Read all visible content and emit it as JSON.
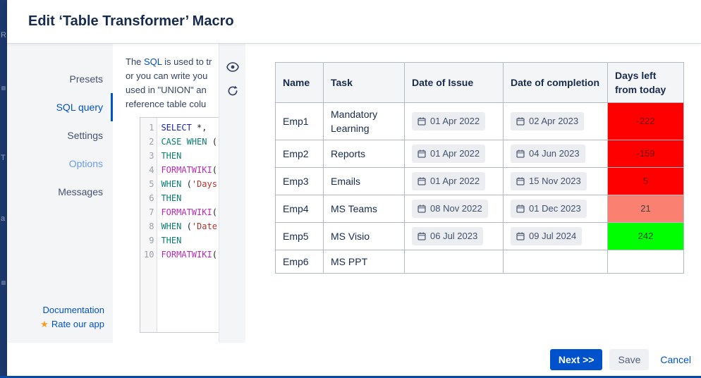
{
  "dialog": {
    "title": "Edit ‘Table Transformer’ Macro"
  },
  "backdrop": {
    "fragments": [
      "R",
      "T",
      "a"
    ]
  },
  "icons": {
    "star": "★"
  },
  "sidebar": {
    "items": [
      {
        "id": "presets",
        "label": "Presets",
        "active": false,
        "muted": false
      },
      {
        "id": "sql-query",
        "label": "SQL query",
        "active": true,
        "muted": false
      },
      {
        "id": "settings",
        "label": "Settings",
        "active": false,
        "muted": false
      },
      {
        "id": "options",
        "label": "Options",
        "active": false,
        "muted": true
      },
      {
        "id": "messages",
        "label": "Messages",
        "active": false,
        "muted": false
      }
    ],
    "documentation_label": "Documentation",
    "rate_app_label": "Rate our app"
  },
  "editor_panel": {
    "description": {
      "line1_pre": "The ",
      "line1_link": "SQL",
      "line1_post": " is used to tr",
      "line2": "or you can write you",
      "line3": "used in \"UNION\" an",
      "line4": "reference table colu"
    },
    "code_lines": [
      {
        "n": "1",
        "seg": [
          {
            "t": "SELECT",
            "c": "kw1"
          },
          {
            "t": " *,",
            "c": "pl"
          }
        ]
      },
      {
        "n": "2",
        "seg": [
          {
            "t": "CASE",
            "c": "kw2"
          },
          {
            "t": " ",
            "c": "pl"
          },
          {
            "t": "WHEN",
            "c": "kw2"
          },
          {
            "t": " (",
            "c": "pl"
          },
          {
            "t": "'",
            "c": "str"
          }
        ]
      },
      {
        "n": "3",
        "seg": [
          {
            "t": "THEN",
            "c": "kw2"
          }
        ]
      },
      {
        "n": "4",
        "seg": [
          {
            "t": "FORMATWIKI",
            "c": "fn"
          },
          {
            "t": "(",
            "c": "pl"
          },
          {
            "t": "'",
            "c": "str"
          }
        ]
      },
      {
        "n": "5",
        "seg": [
          {
            "t": "WHEN",
            "c": "kw2"
          },
          {
            "t": " (",
            "c": "pl"
          },
          {
            "t": "'Days",
            "c": "str"
          }
        ]
      },
      {
        "n": "6",
        "seg": [
          {
            "t": "THEN",
            "c": "kw2"
          }
        ]
      },
      {
        "n": "7",
        "seg": [
          {
            "t": "FORMATWIKI",
            "c": "fn"
          },
          {
            "t": "(",
            "c": "pl"
          },
          {
            "t": "'",
            "c": "str"
          }
        ]
      },
      {
        "n": "8",
        "seg": [
          {
            "t": "WHEN",
            "c": "kw2"
          },
          {
            "t": " (",
            "c": "pl"
          },
          {
            "t": "'Date",
            "c": "str"
          }
        ]
      },
      {
        "n": "9",
        "seg": [
          {
            "t": "THEN",
            "c": "kw2"
          }
        ]
      },
      {
        "n": "10",
        "seg": [
          {
            "t": "FORMATWIKI",
            "c": "fn"
          },
          {
            "t": "(",
            "c": "pl"
          },
          {
            "t": "'",
            "c": "str"
          }
        ]
      }
    ]
  },
  "preview": {
    "columns": [
      "Name",
      "Task",
      "Date of Issue",
      "Date of completion",
      "Days left from today"
    ],
    "rows": [
      {
        "name": "Emp1",
        "task": "Mandatory Learning",
        "issue": "01 Apr 2022",
        "completion": "02 Apr 2023",
        "days": "-222",
        "days_bg": "#ff0000",
        "days_fg": "#6e1313"
      },
      {
        "name": "Emp2",
        "task": "Reports",
        "issue": "01 Apr 2022",
        "completion": "04 Jun 2023",
        "days": "-159",
        "days_bg": "#ff0000",
        "days_fg": "#6e1313"
      },
      {
        "name": "Emp3",
        "task": "Emails",
        "issue": "01 Apr 2022",
        "completion": "15 Nov 2023",
        "days": "5",
        "days_bg": "#ff0000",
        "days_fg": "#6e1313"
      },
      {
        "name": "Emp4",
        "task": "MS Teams",
        "issue": "08 Nov 2022",
        "completion": "01 Dec 2023",
        "days": "21",
        "days_bg": "#fa8072",
        "days_fg": "#44403b"
      },
      {
        "name": "Emp5",
        "task": "MS Visio",
        "issue": "06 Jul 2023",
        "completion": "09 Jul 2024",
        "days": "242",
        "days_bg": "#00ff00",
        "days_fg": "#234a23"
      },
      {
        "name": "Emp6",
        "task": "MS PPT",
        "issue": "",
        "completion": "",
        "days": "",
        "days_bg": "",
        "days_fg": ""
      }
    ]
  },
  "footer": {
    "next_label": "Next >>",
    "save_label": "Save",
    "cancel_label": "Cancel"
  }
}
